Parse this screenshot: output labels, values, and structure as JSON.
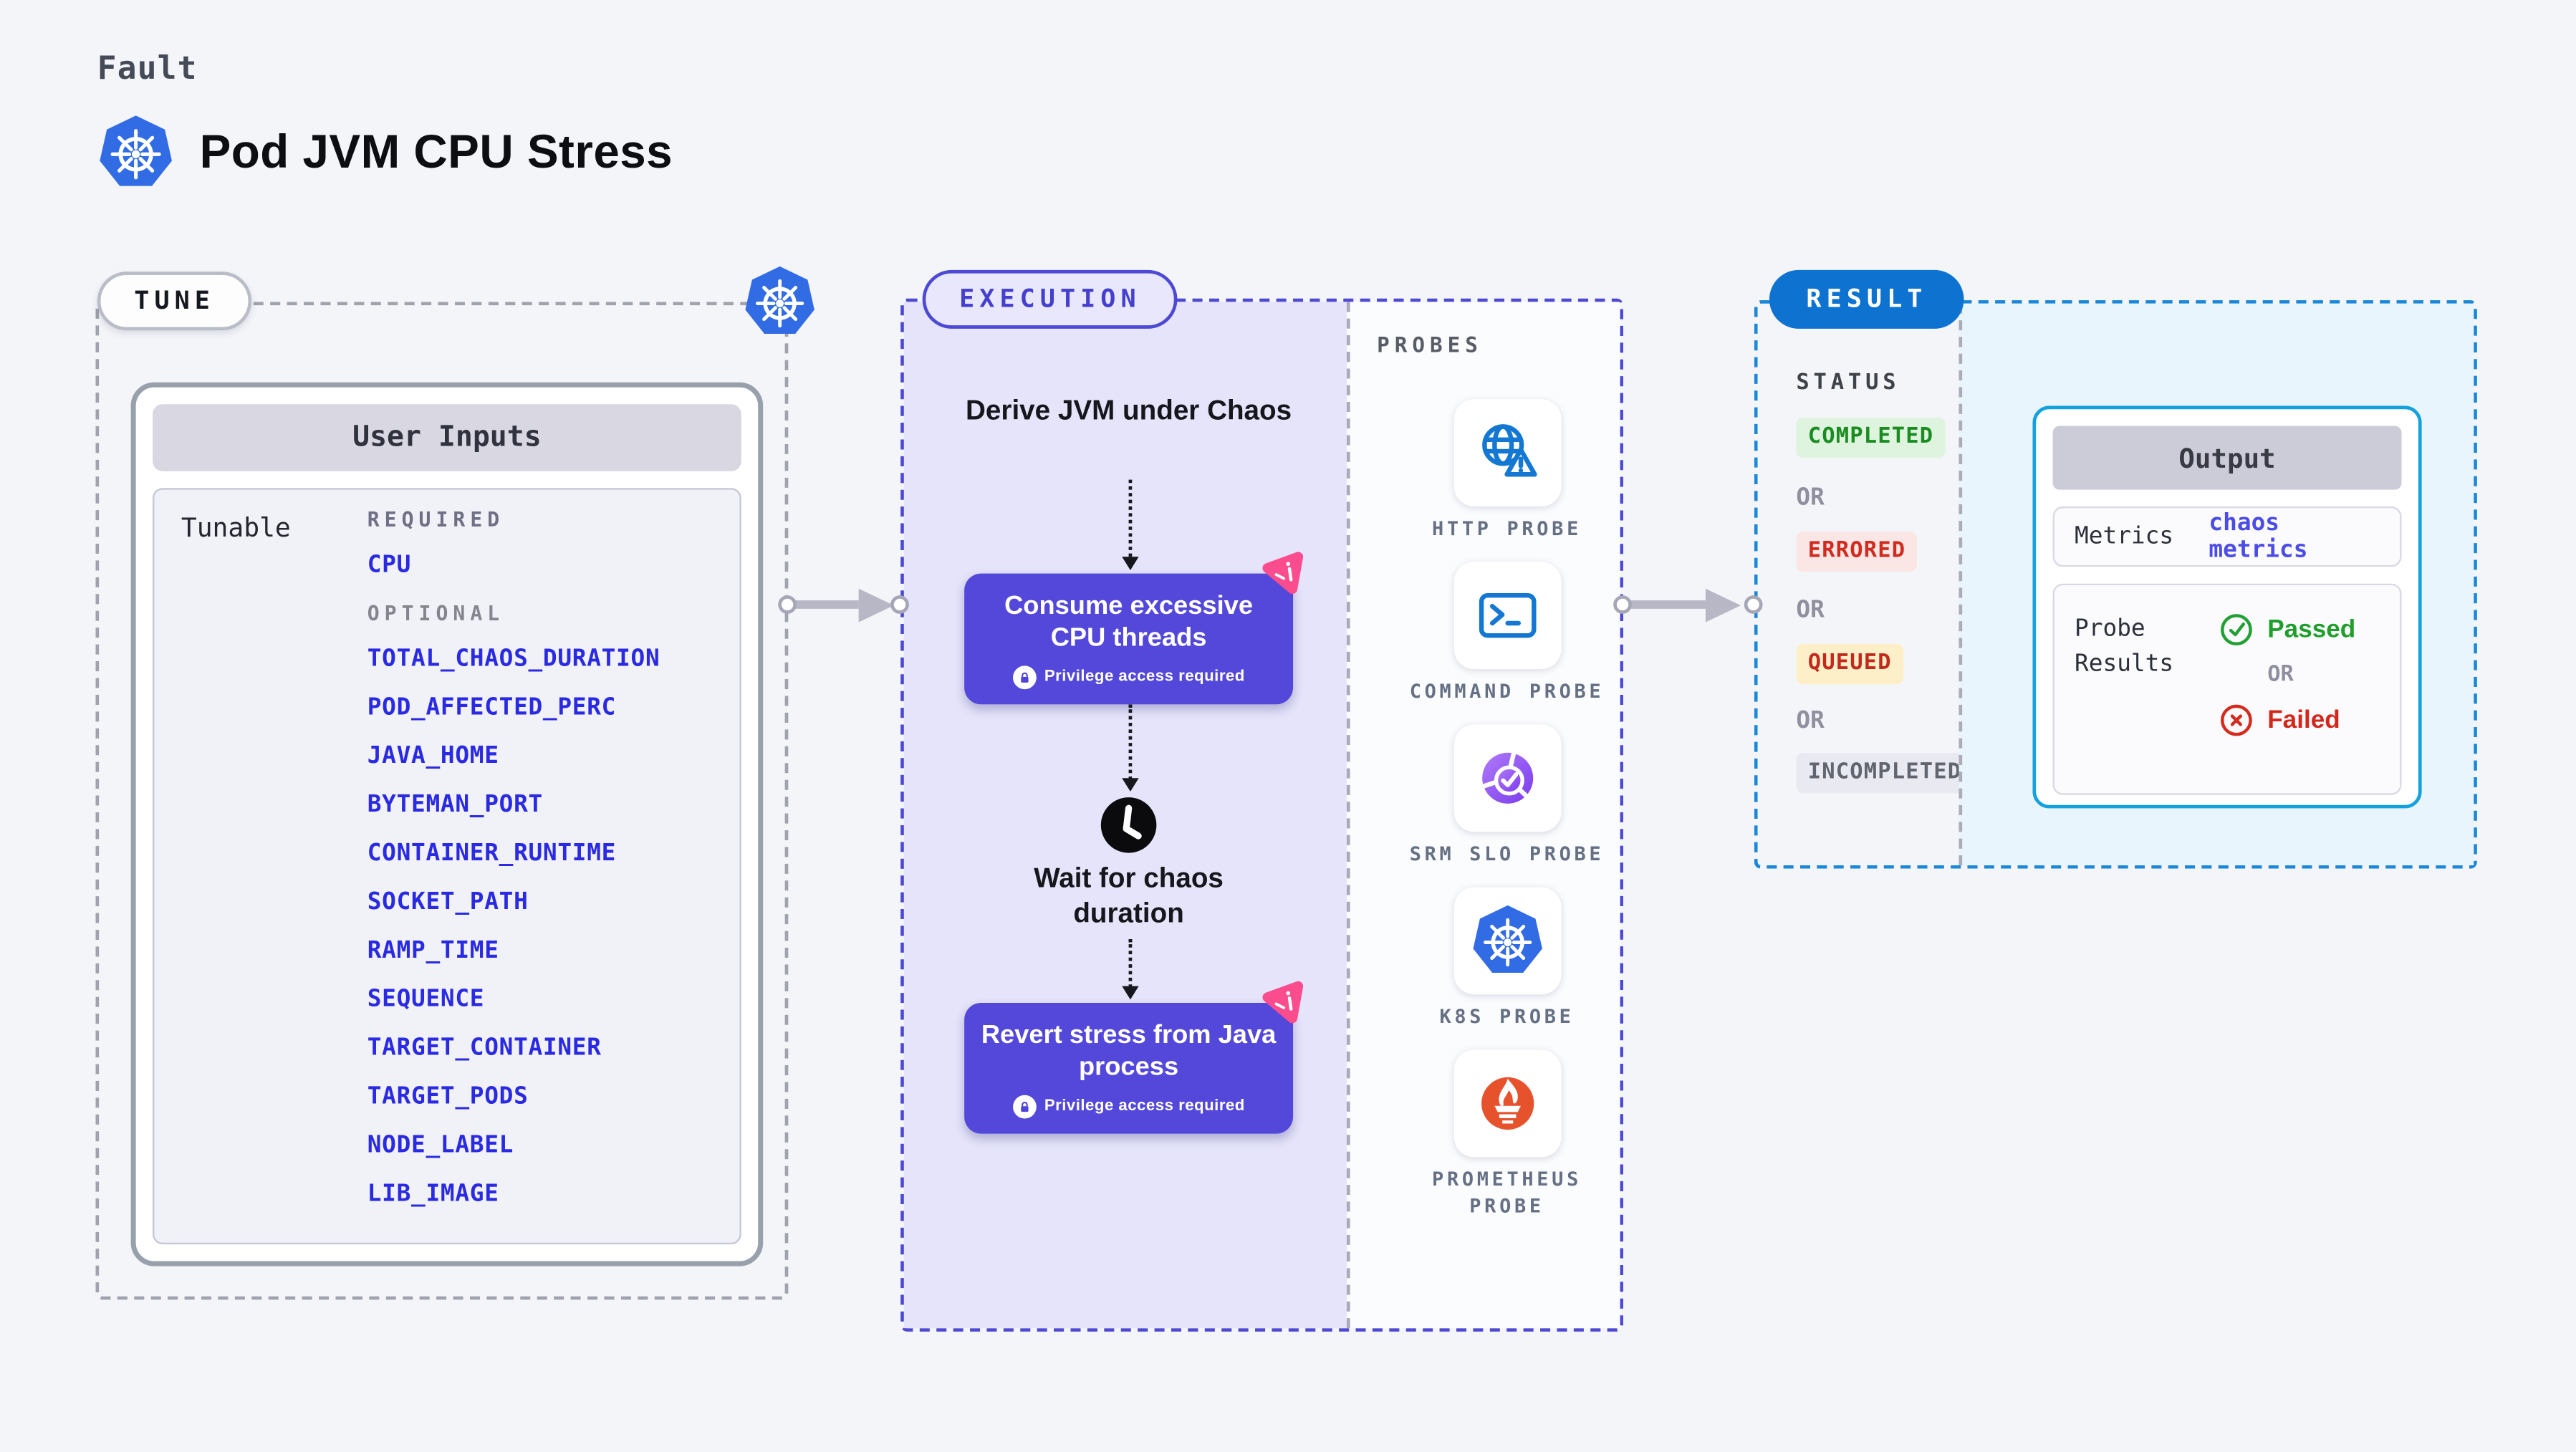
{
  "header": {
    "eyebrow": "Fault",
    "title": "Pod JVM CPU Stress"
  },
  "tune": {
    "badge": "TUNE",
    "card_title": "User Inputs",
    "row_label": "Tunable",
    "required_label": "REQUIRED",
    "required_items": [
      "CPU"
    ],
    "optional_label": "OPTIONAL",
    "optional_items": [
      "TOTAL_CHAOS_DURATION",
      "POD_AFFECTED_PERC",
      "JAVA_HOME",
      "BYTEMAN_PORT",
      "CONTAINER_RUNTIME",
      "SOCKET_PATH",
      "RAMP_TIME",
      "SEQUENCE",
      "TARGET_CONTAINER",
      "TARGET_PODS",
      "NODE_LABEL",
      "LIB_IMAGE"
    ]
  },
  "execution": {
    "badge": "EXECUTION",
    "steps": {
      "derive": "Derive JVM under Chaos",
      "consume": "Consume excessive CPU threads",
      "wait": "Wait for chaos duration",
      "revert": "Revert stress from Java process",
      "privilege_note": "Privilege access required"
    }
  },
  "probes": {
    "label": "PROBES",
    "items": [
      {
        "label": "HTTP PROBE",
        "icon": "globe-warning-icon"
      },
      {
        "label": "COMMAND PROBE",
        "icon": "terminal-icon"
      },
      {
        "label": "SRM SLO PROBE",
        "icon": "gauge-check-icon"
      },
      {
        "label": "K8S PROBE",
        "icon": "kubernetes-icon"
      },
      {
        "label": "PROMETHEUS PROBE",
        "icon": "prometheus-flame-icon"
      }
    ]
  },
  "result": {
    "badge": "RESULT",
    "status_label": "STATUS",
    "or_label": "OR",
    "statuses": [
      {
        "label": "COMPLETED",
        "bg": "#def4de",
        "color": "#1b8c22"
      },
      {
        "label": "ERRORED",
        "bg": "#fbe6e6",
        "color": "#cf2b1f"
      },
      {
        "label": "QUEUED",
        "bg": "#fdf0c8",
        "color": "#c22a1e"
      },
      {
        "label": "INCOMPLETED",
        "bg": "#e9e9f1",
        "color": "#606570"
      }
    ],
    "output": {
      "title": "Output",
      "metrics_label": "Metrics",
      "metrics_value": "chaos metrics",
      "probe_results_label": "Probe Results",
      "passed": "Passed",
      "failed": "Failed"
    }
  },
  "colors": {
    "page_bg": "#f4f5f9",
    "tune_dash": "#9fa3ad",
    "execution_dash": "#4d49d4",
    "execution_fill": "#e5e4fa",
    "result_dash": "#1b87d8",
    "result_fill": "#e8f5fc",
    "node_purple": "#5348d9",
    "env_link_blue": "#2a2ae2",
    "result_badge_blue": "#0e73d0",
    "arrow_gray": "#b7b7c6",
    "chaos_pink": "#fb4d8e",
    "kubernetes_blue": "#326ce5",
    "probe_icon_blue": "#1478d2",
    "prometheus_orange": "#e6522c"
  }
}
